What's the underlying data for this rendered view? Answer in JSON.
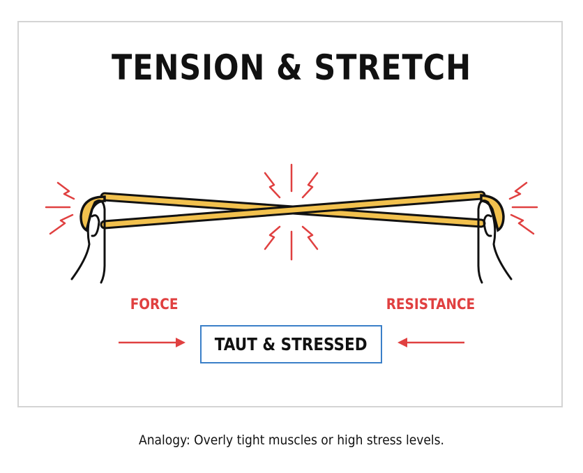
{
  "title": "TENSION & STRETCH",
  "labels": {
    "force": "FORCE",
    "resistance": "RESISTANCE"
  },
  "state_box": "TAUT & STRESSED",
  "caption": "Analogy: Overly tight muscles or high stress levels.",
  "colors": {
    "band": "#f2c14e",
    "accent_red": "#e04040",
    "box_blue": "#3a7fc8",
    "outline": "#111111"
  }
}
